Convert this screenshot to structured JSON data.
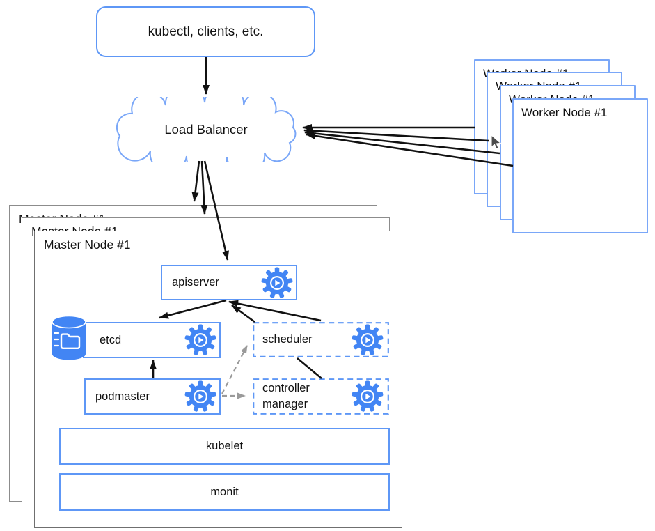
{
  "diagram": {
    "client": {
      "label": "kubectl, clients, etc."
    },
    "load_balancer": {
      "label": "Load Balancer"
    },
    "worker_nodes": [
      "Worker Node #1",
      "Worker Node #1",
      "Worker Node #1",
      "Worker Node #1"
    ],
    "master_nodes": [
      "Master Node #1",
      "Master Node #1",
      "Master Node #1"
    ],
    "components": {
      "apiserver": {
        "label": "apiserver"
      },
      "etcd": {
        "label": "etcd"
      },
      "podmaster": {
        "label": "podmaster"
      },
      "scheduler": {
        "label": "scheduler"
      },
      "controller_manager": {
        "label": "controller manager"
      },
      "kubelet": {
        "label": "kubelet"
      },
      "monit": {
        "label": "monit"
      }
    },
    "icons": {
      "daemon_gear": "gear-with-play-daemon-icon",
      "etcd_storage": "database-cylinder-folder-icon",
      "cloud": "cloud-shape",
      "cursor": "mouse-pointer"
    },
    "colors": {
      "component_border_blue": "#5e97f6",
      "worker_border_blue": "#7aa7f8",
      "icon_blue": "#4285f4",
      "master_border_gray": "#8c8c8c",
      "arrow_black": "#111111",
      "arrow_gray": "#9a9a9a"
    }
  }
}
